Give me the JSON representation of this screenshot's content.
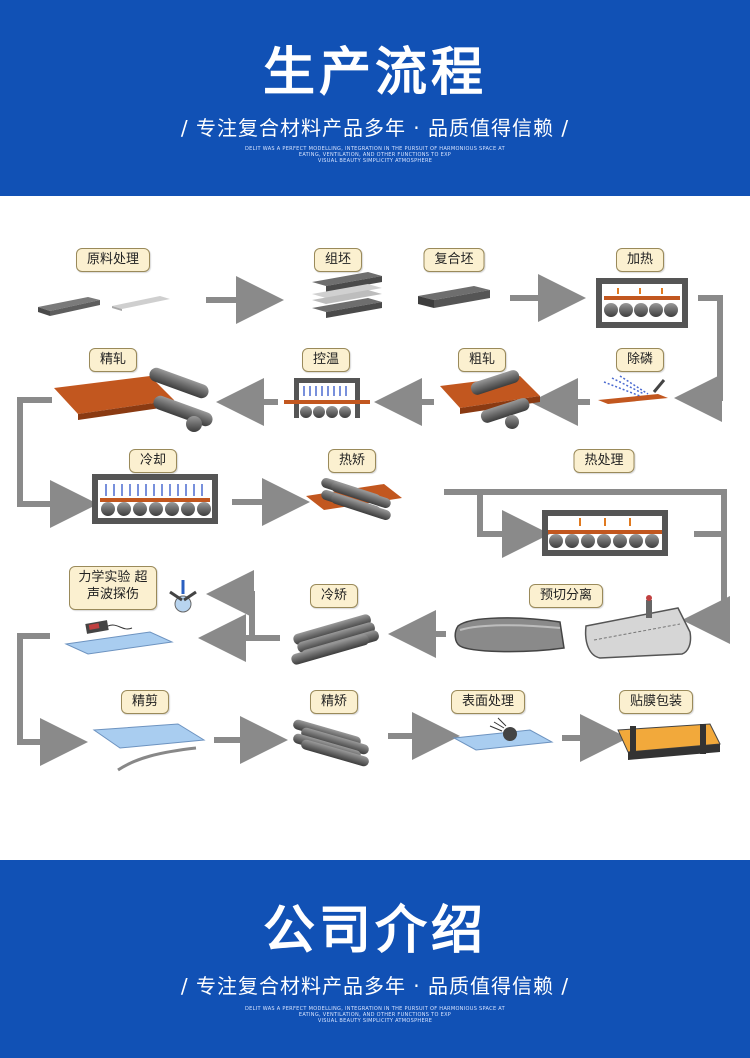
{
  "header": {
    "title": "生产流程",
    "subtitle": "/ 专注复合材料产品多年 · 品质值得信赖 /",
    "fine_print": [
      "DELIT WAS A PERFECT MODELLING, INTEGRATION IN THE PURSUIT OF HARMONIOUS SPACE AT",
      "EATING, VENTILATION, AND OTHER FUNCTIONS TO EXP",
      "VISUAL BEAUTY SIMPLICITY ATMOSPHERE"
    ]
  },
  "steps": {
    "s1": "原料处理",
    "s2": "组坯",
    "s3": "复合坯",
    "s4": "加热",
    "s5": "除磷",
    "s6": "粗轧",
    "s7": "控温",
    "s8": "精轧",
    "s9": "冷却",
    "s10": "热矫",
    "s11": "热处理",
    "s12": "预切分离",
    "s13": "冷矫",
    "s14": "力学实验 超声波探伤",
    "s15": "精剪",
    "s16": "精矫",
    "s17": "表面处理",
    "s18": "贴膜包装"
  },
  "footer": {
    "title": "公司介绍",
    "subtitle": "/ 专注复合材料产品多年 · 品质值得信赖 /",
    "fine_print": [
      "DELIT WAS A PERFECT MODELLING, INTEGRATION IN THE PURSUIT OF HARMONIOUS SPACE AT",
      "EATING, VENTILATION, AND OTHER FUNCTIONS TO EXP",
      "VISUAL BEAUTY SIMPLICITY ATMOSPHERE"
    ]
  },
  "colors": {
    "banner": "#1151b5",
    "arrow": "#8a8a8a",
    "label_bg": "#fbf0d0",
    "copper": "#c2571f",
    "steel": "#6d6d6d",
    "sheet": "#a9cdf0"
  }
}
